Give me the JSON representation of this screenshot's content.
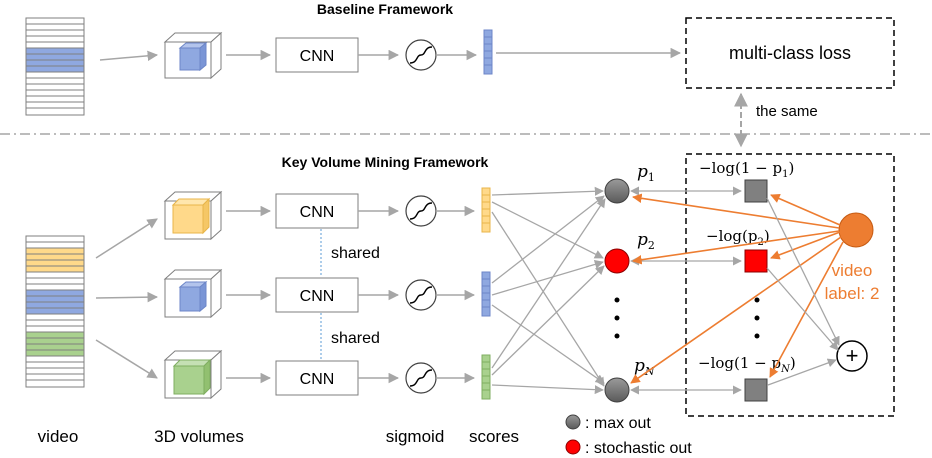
{
  "top": {
    "title": "Baseline Framework",
    "cnn_label": "CNN",
    "loss_label": "multi-class loss"
  },
  "link_label": "the same",
  "bottom": {
    "title": "Key Volume Mining Framework",
    "cnn_labels": [
      "CNN",
      "CNN",
      "CNN"
    ],
    "shared_labels": [
      "shared",
      "shared"
    ],
    "p_labels": [
      "p",
      "p",
      "p"
    ],
    "p_subscripts": [
      "1",
      "2",
      "N"
    ],
    "loss_labels": [
      "−log(1 − p",
      "−log(p",
      "−log(1 − p"
    ],
    "loss_subscripts": [
      "1",
      "2",
      "N"
    ],
    "loss_closers": [
      ")",
      ")",
      ")"
    ],
    "video_label_line1": "video",
    "video_label_line2": "label: 2",
    "sum_symbol": "+"
  },
  "captions": {
    "video": "video",
    "volumes": "3D volumes",
    "sigmoid": "sigmoid",
    "scores": "scores"
  },
  "legend": {
    "max_out": ": max out",
    "stochastic_out": ": stochastic out"
  },
  "colors": {
    "arrow_gray": "#a6a6a6",
    "blue": "#8fa8e0",
    "yellow": "#ffd98a",
    "green": "#a9d18e",
    "orange": "#ed7d31",
    "red": "#ff0000",
    "node_gray": "#7f7f7f"
  }
}
